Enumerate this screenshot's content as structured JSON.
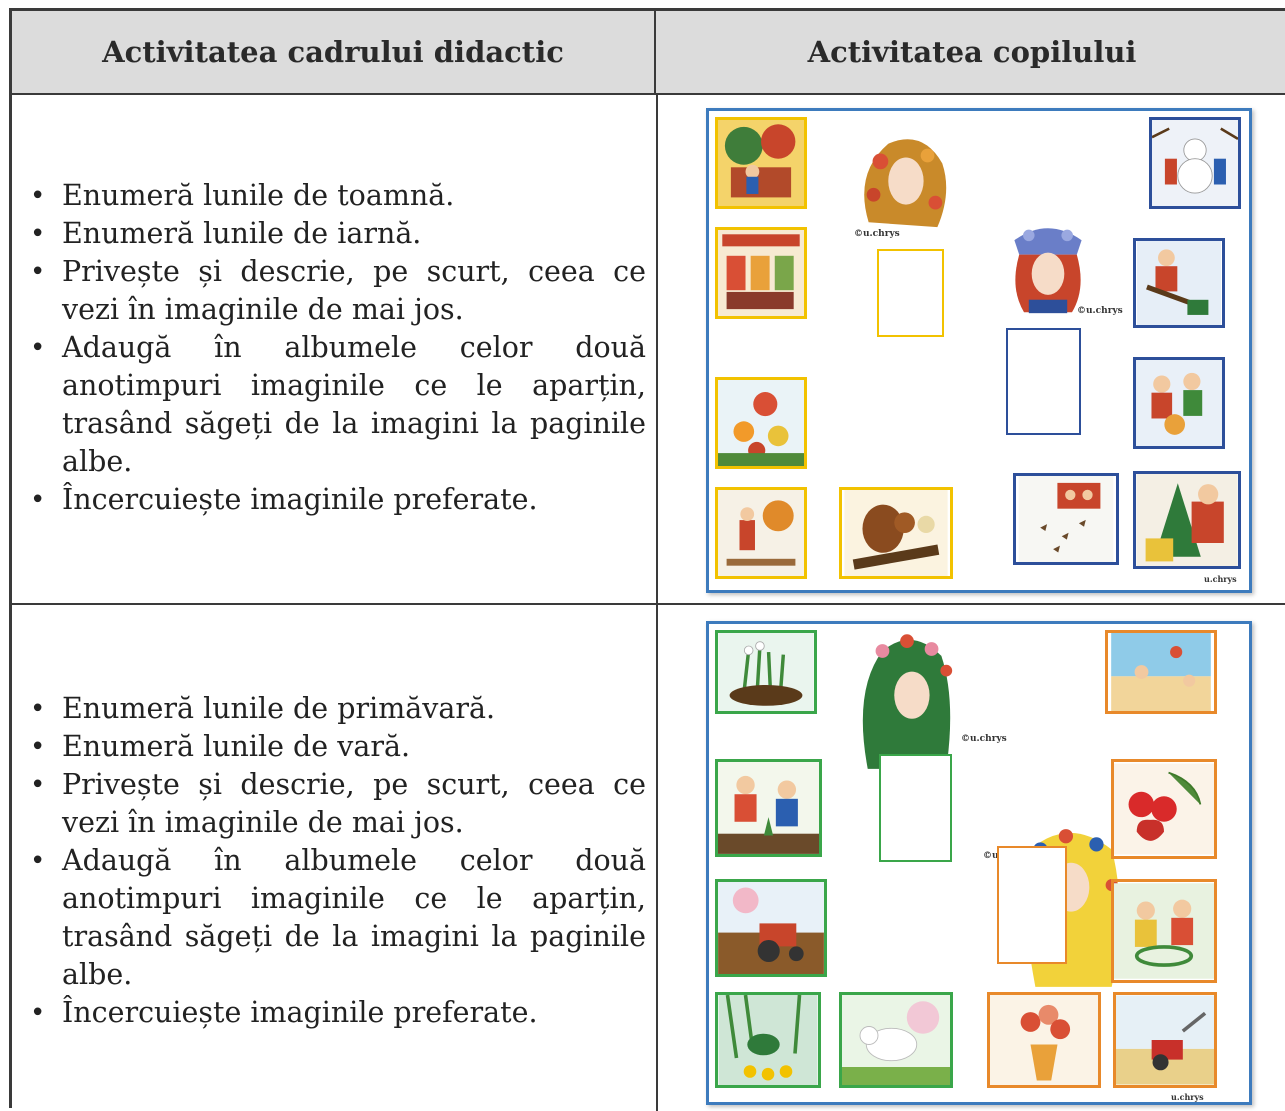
{
  "header": {
    "teacher_col": "Activitatea cadrului didactic",
    "child_col": "Activitatea copilului"
  },
  "row1": {
    "items": [
      "Enumeră lunile de toamnă.",
      "Enumeră lunile de iarnă.",
      "Privește și descrie, pe scurt, ceea ce vezi în imaginile de mai jos.",
      "Adaugă în albumele celor două anotimpuri imaginile ce le aparțin, trasând săgeți de la imagini la paginile albe.",
      "Încercuiește imaginile preferate."
    ],
    "watermark_autumn": "©u.chrys",
    "watermark_winter": "©u.chrys",
    "watermark_corner": "u.chrys"
  },
  "row2": {
    "items": [
      "Enumeră lunile de primăvară.",
      "Enumeră lunile de vară.",
      "Privește și descrie, pe scurt, ceea ce vezi în imaginile de mai jos.",
      "Adaugă în albumele celor două anotimpuri imaginile ce le aparțin, trasând săgeți de la imagini la paginile albe.",
      "Încercuiește imaginile preferate."
    ],
    "watermark_spring": "©u.chrys",
    "watermark_summer": "©u.chrys",
    "watermark_corner": "u.chrys"
  },
  "colors": {
    "header_bg": "#dcdcdc",
    "album_border": "#3d7bbd",
    "autumn": "#f2c200",
    "winter": "#2d4f9a",
    "spring": "#3aa64a",
    "summer": "#e8892a"
  }
}
